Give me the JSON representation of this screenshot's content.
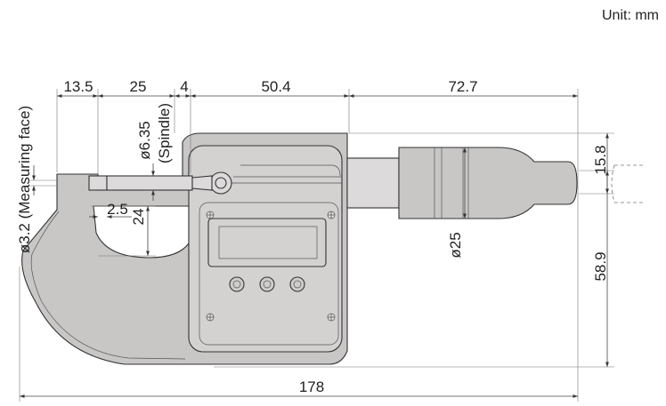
{
  "unit_label": "Unit: mm",
  "colors": {
    "body": "#c9c6c6",
    "body_light": "#dcdada",
    "line": "#333333"
  },
  "dimensions": {
    "top_13_5": "13.5",
    "top_25": "25",
    "top_4": "4",
    "top_50_4": "50.4",
    "top_72_7": "72.7",
    "overall_178": "178",
    "height_58_9": "58.9",
    "thimble_15_8": "15.8",
    "sleeve_dia": "ø25",
    "anvil_depth": "2.5",
    "throat_depth": "24",
    "spindle_dia": "ø6.35",
    "spindle_label": "(Spindle)",
    "face_dia": "ø3.2 (Measuring face)"
  }
}
